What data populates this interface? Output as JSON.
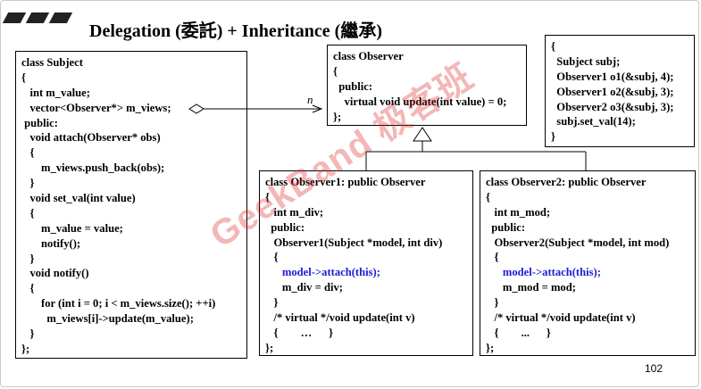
{
  "slide": {
    "title": "Delegation (委託) + Inheritance (繼承)",
    "page_number": "102",
    "multiplicity_label": "n",
    "watermark_text": "GeekBand 极客班"
  },
  "boxes": {
    "subject": [
      "class Subject",
      "{",
      "   int m_value;",
      "   vector<Observer*> m_views;",
      " public:",
      "   void attach(Observer* obs)",
      "   {",
      "       m_views.push_back(obs);",
      "   }",
      "   void set_val(int value)",
      "   {",
      "       m_value = value;",
      "       notify();",
      "   }",
      "   void notify()",
      "   {",
      "       for (int i = 0; i < m_views.size(); ++i)",
      "         m_views[i]->update(m_value);",
      "   }",
      "};"
    ],
    "observer": [
      "class Observer",
      "{",
      "  public:",
      "    virtual void update(int value) = 0;",
      "};"
    ],
    "main": [
      "{",
      "  Subject subj;",
      "  Observer1 o1(&subj, 4);",
      "  Observer1 o2(&subj, 3);",
      "  Observer2 o3(&subj, 3);",
      "  subj.set_val(14);",
      "}"
    ],
    "observer1": [
      "class Observer1: public Observer",
      "{",
      "   int m_div;",
      "  public:",
      "   Observer1(Subject *model, int div)",
      "   {",
      "      model->attach(this);",
      "      m_div = div;",
      "   }",
      "   /* virtual */void update(int v)",
      "   {        …      }",
      "};"
    ],
    "observer2": [
      "class Observer2: public Observer",
      "{",
      "   int m_mod;",
      "  public:",
      "   Observer2(Subject *model, int mod)",
      "   {",
      "      model->attach(this);",
      "      m_mod = mod;",
      "   }",
      "   /* virtual */void update(int v)",
      "   {        ...      }",
      "};"
    ]
  },
  "highlight_lines": {
    "observer1": [
      6
    ],
    "observer2": [
      6
    ]
  },
  "colors": {
    "highlight": "#1b1bd6",
    "title_stripes": "#222222",
    "watermark": "#e02020"
  }
}
